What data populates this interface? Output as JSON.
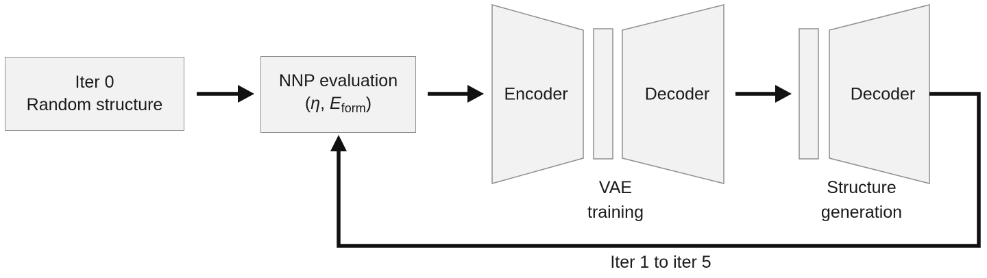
{
  "nodes": {
    "iter0_box": {
      "line1": "Iter 0",
      "line2": "Random structure"
    },
    "nnp_box": {
      "line1": "NNP evaluation",
      "formula": {
        "open": "(",
        "eta": "η",
        "sep": ", ",
        "e_var": "E",
        "e_sub": "form",
        "close": ")"
      }
    },
    "vae": {
      "encoder_label": "Encoder",
      "decoder_label": "Decoder",
      "caption_line1": "VAE",
      "caption_line2": "training"
    },
    "generation": {
      "decoder_label": "Decoder",
      "caption_line1": "Structure",
      "caption_line2": "generation"
    },
    "loop": {
      "label": "Iter 1 to iter 5"
    }
  },
  "colors": {
    "shape_fill": "#f2f2f2",
    "shape_border": "#8f8f8f",
    "arrow": "#111111",
    "text": "#1a1a1a"
  }
}
